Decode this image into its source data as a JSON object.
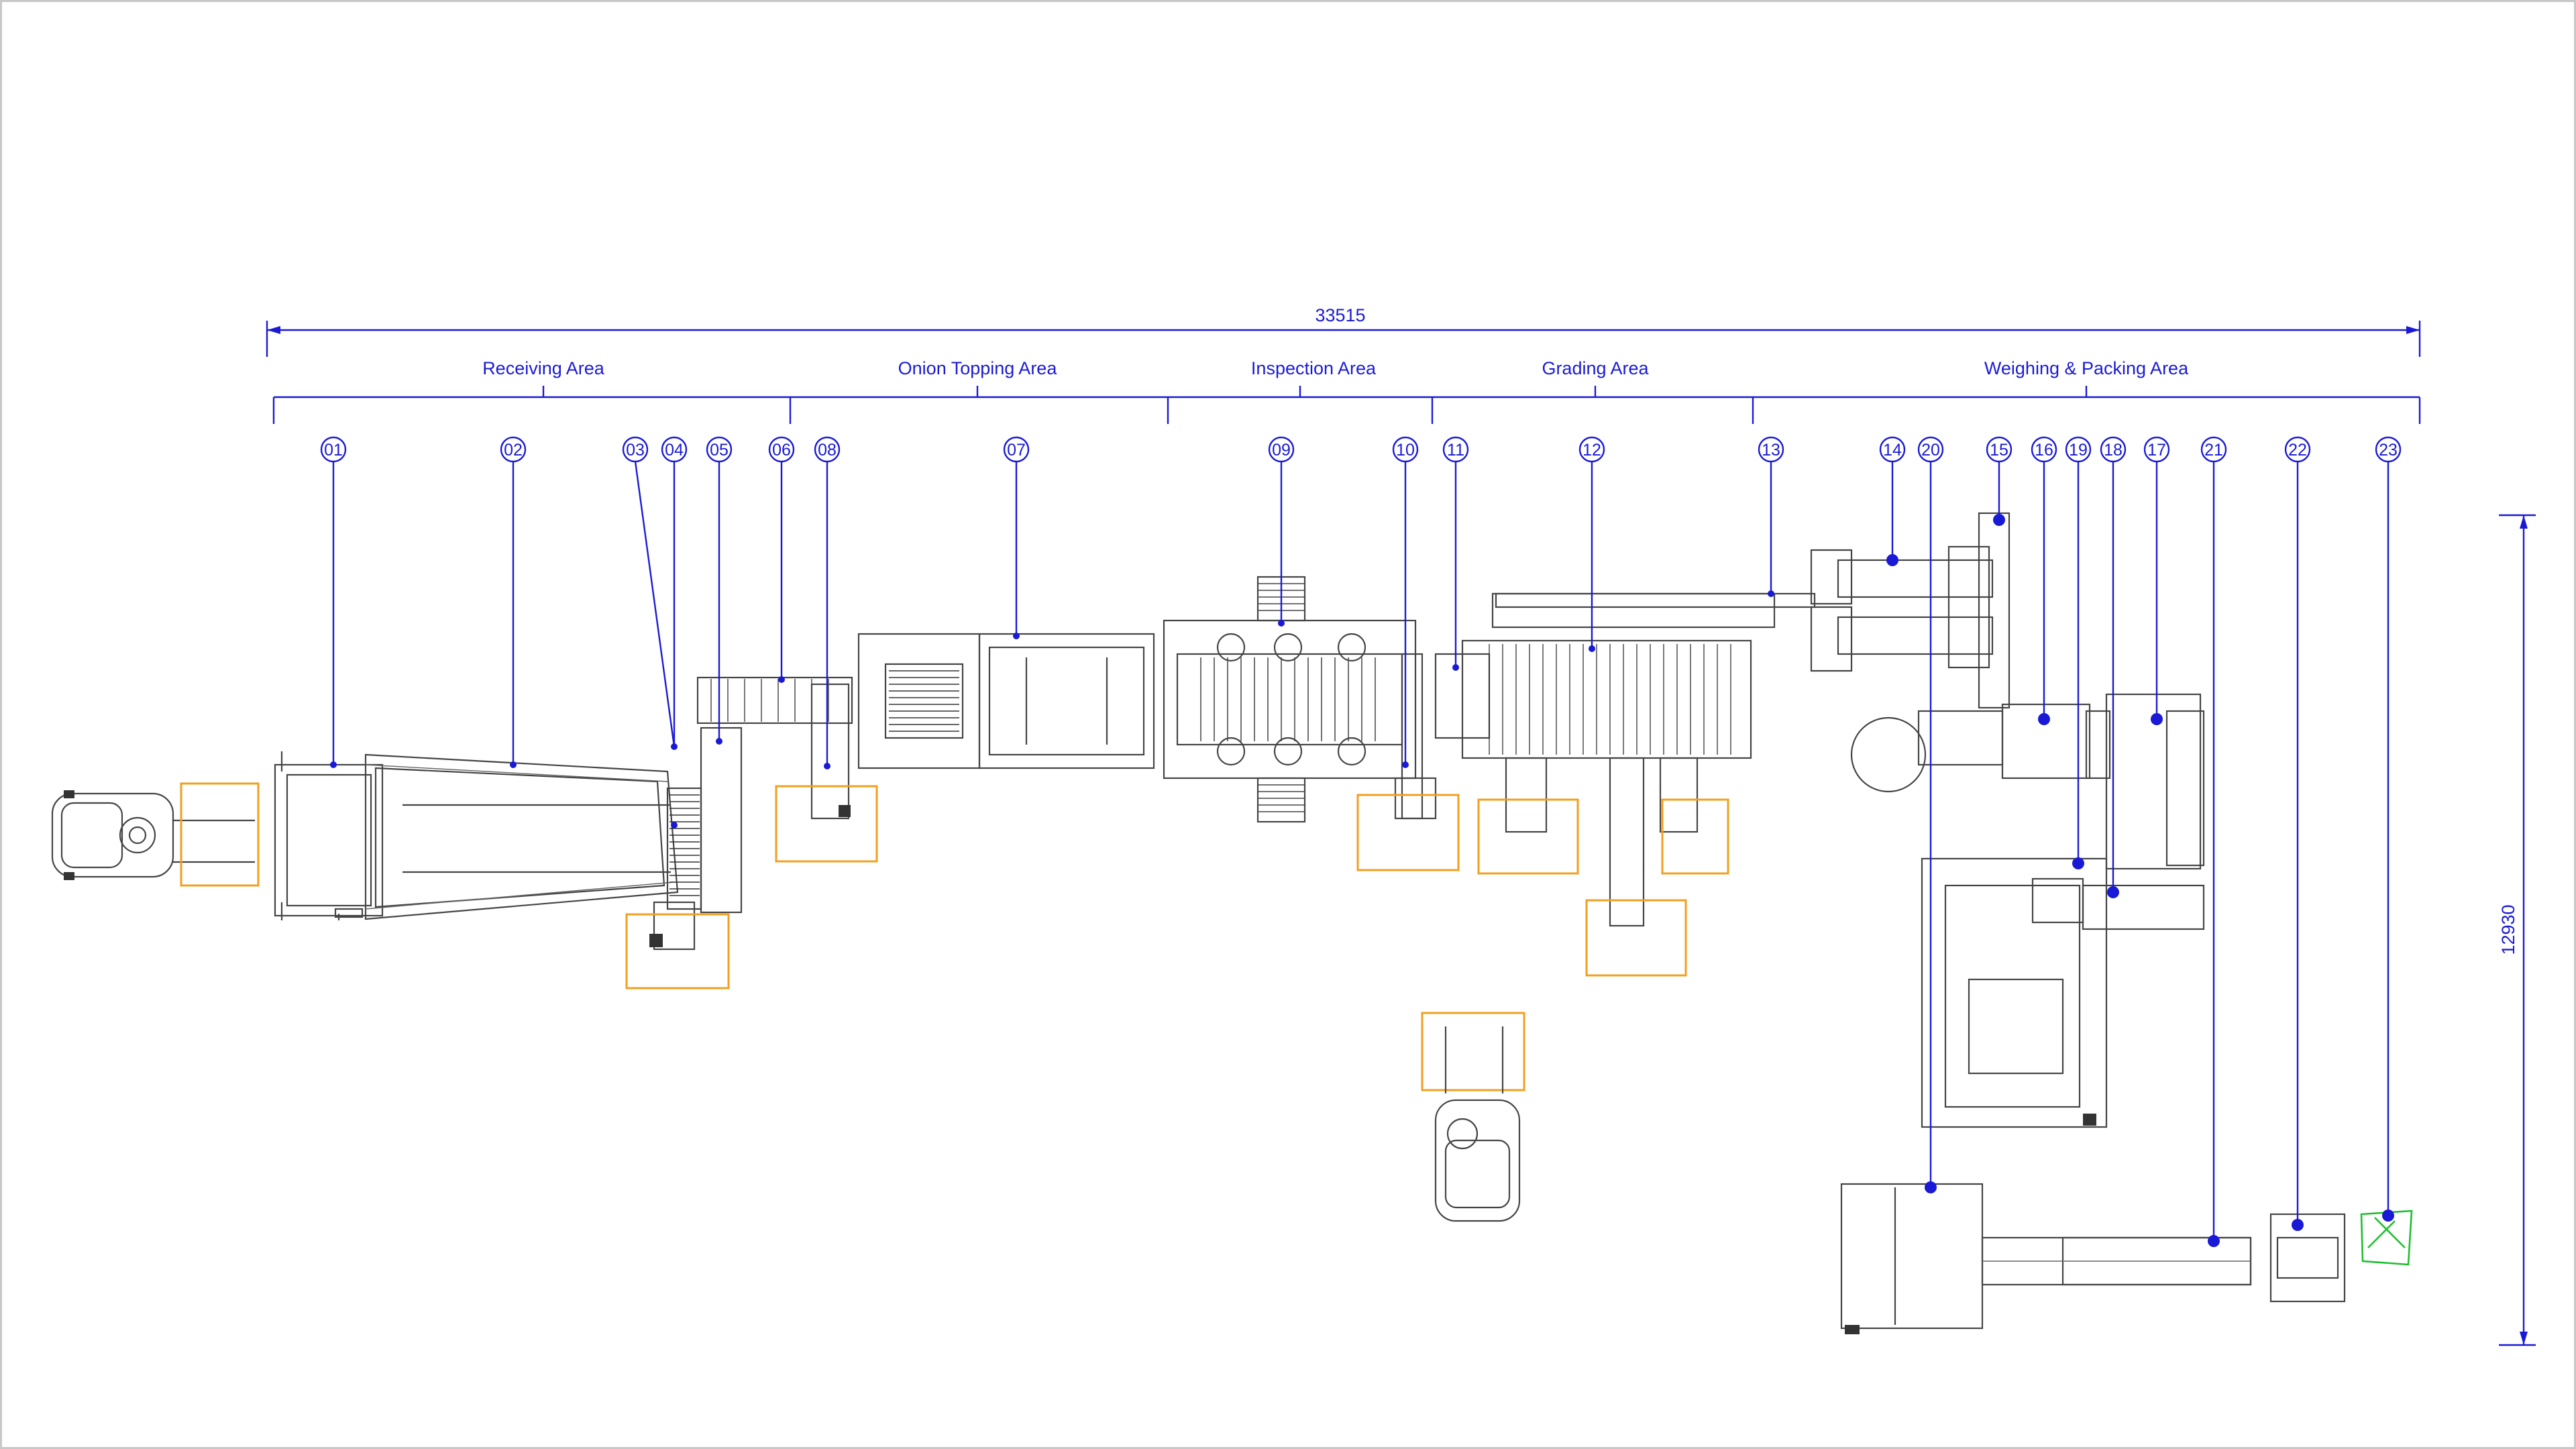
{
  "diagram": {
    "total_length": "33515",
    "total_height": "12930",
    "areas": [
      {
        "label": "Receiving Area"
      },
      {
        "label": "Onion Topping Area"
      },
      {
        "label": "Inspection Area"
      },
      {
        "label": "Grading Area"
      },
      {
        "label": "Weighing & Packing Area"
      }
    ],
    "items": [
      "01",
      "02",
      "03",
      "04",
      "05",
      "06",
      "08",
      "07",
      "09",
      "10",
      "11",
      "12",
      "13",
      "14",
      "20",
      "15",
      "16",
      "19",
      "18",
      "17",
      "21",
      "22",
      "23"
    ],
    "colors": {
      "annotation": "#1a1ad6",
      "equipment": "#444444",
      "operator_zone": "#f0a020",
      "outlet": "#1fbf2f"
    }
  }
}
